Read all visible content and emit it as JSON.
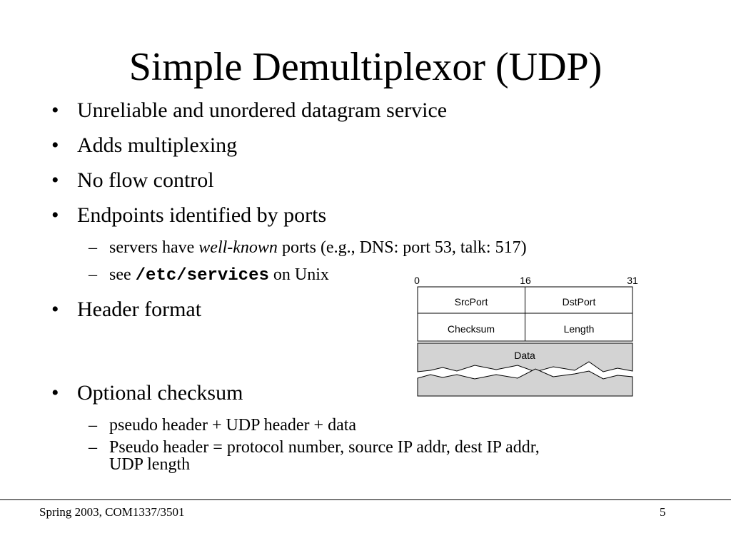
{
  "slide": {
    "title": "Simple Demultiplexor (UDP)",
    "bullets": [
      "Unreliable and unordered datagram service",
      "Adds multiplexing",
      "No flow control",
      "Endpoints identified by ports",
      "Header format",
      "Optional checksum"
    ],
    "bullet_marker": "•",
    "sub_marker": "–",
    "sub_ports_1": {
      "before": "servers have ",
      "emphasis": "well-known",
      "after": " ports (e.g., DNS: port 53, talk: 517)"
    },
    "sub_ports_2": {
      "before": "see ",
      "code": "/etc/services",
      "after": " on Unix"
    },
    "sub_checksum": [
      "pseudo header + UDP header + data",
      "Pseudo header = protocol number, source IP addr, dest IP addr,",
      "UDP length"
    ]
  },
  "header_diagram": {
    "bit_labels": [
      "0",
      "16",
      "31"
    ],
    "fields": [
      "SrcPort",
      "DstPort",
      "Checksum",
      "Length",
      "Data"
    ],
    "data_fill_color": "#d3d3d3"
  },
  "footer": {
    "course": "Spring 2003, COM1337/3501",
    "page_number": "5"
  }
}
